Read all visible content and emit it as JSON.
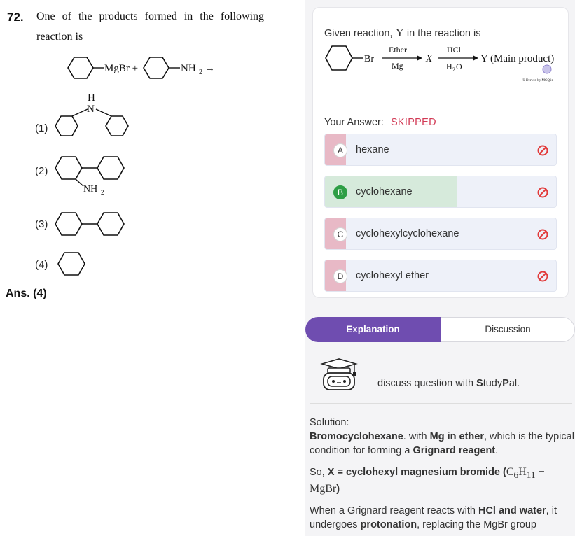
{
  "question": {
    "number": "72.",
    "text_line1": "One of the products formed in the following",
    "text_line2": "reaction is",
    "reactant1": "MgBr +",
    "reactant2": "NH",
    "reactant2_sub": "2",
    "arrow": "→",
    "options": [
      {
        "label": "(1)",
        "atom": "H"
      },
      {
        "label": "(2)",
        "subst": "NH",
        "sub": "2"
      },
      {
        "label": "(3)"
      },
      {
        "label": "(4)"
      }
    ],
    "answer": "Ans. (4)",
    "atom_n": "N"
  },
  "panel": {
    "given_prefix": "Given reaction,",
    "given_var": "Y",
    "given_suffix": "in the reaction is",
    "rxn": {
      "br": "Br",
      "reagent1_top": "Ether",
      "reagent1_bottom": "Mg",
      "x": "X",
      "reagent2_top": "HCl",
      "reagent2_bottom": "H",
      "reagent2_bottom_sub": "2",
      "reagent2_bottom_end": "O",
      "product": "Y (Main product)",
      "watermark": "© Derwin by MCQ.in"
    },
    "your_answer_label": "Your Answer:",
    "your_answer_value": "SKIPPED",
    "options": [
      {
        "letter": "A",
        "text": "hexane",
        "fill_pct": 9,
        "fill_color": "#e8b9c6",
        "correct": false
      },
      {
        "letter": "B",
        "text": "cyclohexane",
        "fill_pct": 57,
        "fill_color": "#d6eadb",
        "correct": true
      },
      {
        "letter": "C",
        "text": "cyclohexylcyclohexane",
        "fill_pct": 9,
        "fill_color": "#e8b9c6",
        "correct": false
      },
      {
        "letter": "D",
        "text": "cyclohexyl ether",
        "fill_pct": 9,
        "fill_color": "#e8b9c6",
        "correct": false
      }
    ],
    "tabs": {
      "explanation": "Explanation",
      "discussion": "Discussion"
    },
    "studypal": {
      "prefix": "discuss question with",
      "brand_s": "S",
      "brand_tudy": "tudy",
      "brand_p": "P",
      "brand_al": "al",
      "suffix": "."
    },
    "solution": {
      "heading": "Solution:",
      "p1_b1": "Bromocyclohexane",
      "p1_t1": ". with",
      "p1_b2": "Mg in ether",
      "p1_t2": ", which is the typical condition for forming a",
      "p1_b3": "Grignard reagent",
      "p1_t3": ".",
      "p2_t1": "So,",
      "p2_b1": "X = cyclohexyl magnesium bromide (",
      "p2_formula": "C",
      "p2_sub6": "6",
      "p2_h": "H",
      "p2_sub11": "11",
      "p2_dash": "−",
      "p2_mgbr": "MgBr",
      "p2_end": ")",
      "p3_t1": "When a Grignard reagent reacts with",
      "p3_b1": "HCl and water",
      "p3_t2": ", it undergoes",
      "p3_b2": "protonation",
      "p3_t3": ", replacing the MgBr group"
    }
  },
  "colors": {
    "accent": "#6f4db0",
    "skipped": "#d23a55",
    "correct": "#2e9e45",
    "wrong_icon": "#e23b3b"
  }
}
